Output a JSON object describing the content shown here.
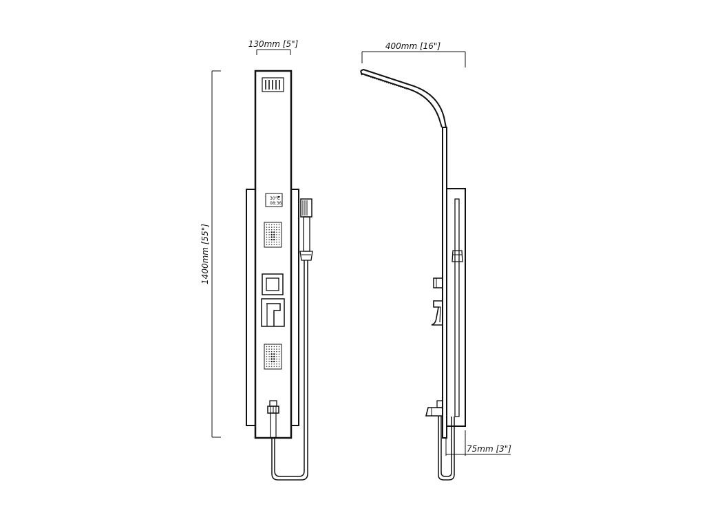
{
  "dimensions": {
    "panel_width": "130mm [5\"]",
    "shower_reach": "400mm [16\"]",
    "height": "1400mm [55\"]",
    "wall_offset": "75mm [3\"]"
  },
  "display": {
    "temperature": "30°C",
    "time": "08:36"
  }
}
